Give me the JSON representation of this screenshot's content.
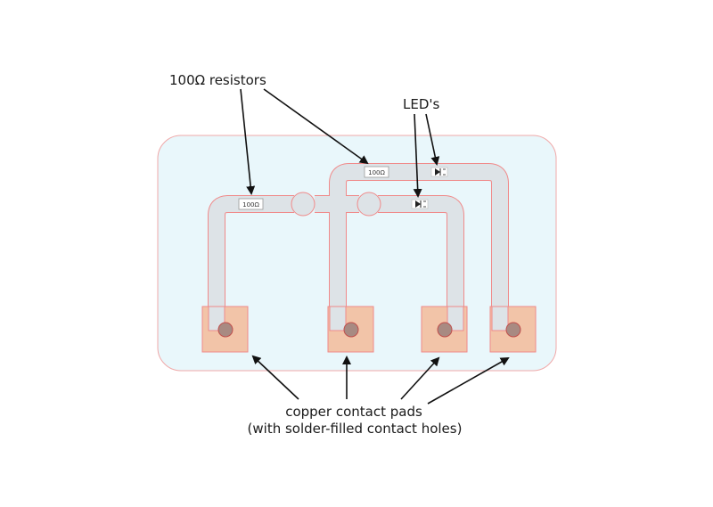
{
  "labels": {
    "resistors": "100Ω resistors",
    "leds": "LED's",
    "pads_line1": "copper contact pads",
    "pads_line2": "(with solder-filled contact holes)"
  },
  "components": {
    "resistor_value": "100Ω"
  },
  "colors": {
    "board_fill": "#e9f7fb",
    "board_stroke": "#f0a8a8",
    "trace_fill": "#dde3e7",
    "trace_stroke": "#f08a8a",
    "pad_fill": "#f2c4a8",
    "hole_fill": "#a88a82",
    "arrow": "#111111"
  }
}
